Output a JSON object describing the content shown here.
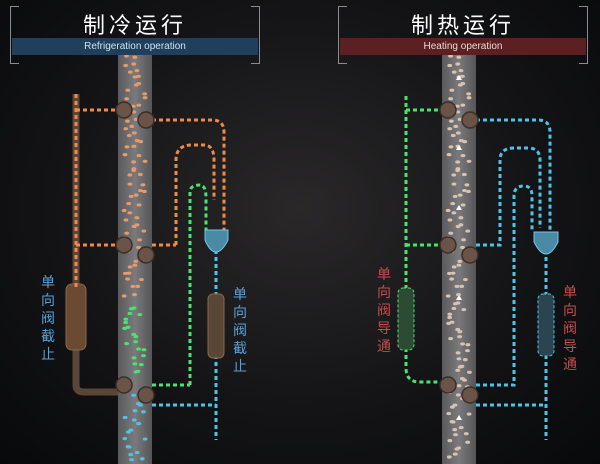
{
  "panels": {
    "left": {
      "title": "制冷运行",
      "subtitle": "Refrigeration operation",
      "subtitle_color": "#1f3f5c",
      "left_label": "单向阀截止",
      "right_label": "单向阀截止",
      "label_color": "#5aa0d8"
    },
    "right": {
      "title": "制热运行",
      "subtitle": "Heating operation",
      "subtitle_color": "#5c1f22",
      "left_label": "单向阀导通",
      "right_label": "单向阀导通",
      "label_color": "#c0504d"
    }
  },
  "colors": {
    "hot": "#f08a4b",
    "liquid": "#4be36f",
    "cold": "#4fc3e6",
    "plate": "#6d6d6d",
    "pipe": "#5a4636"
  }
}
